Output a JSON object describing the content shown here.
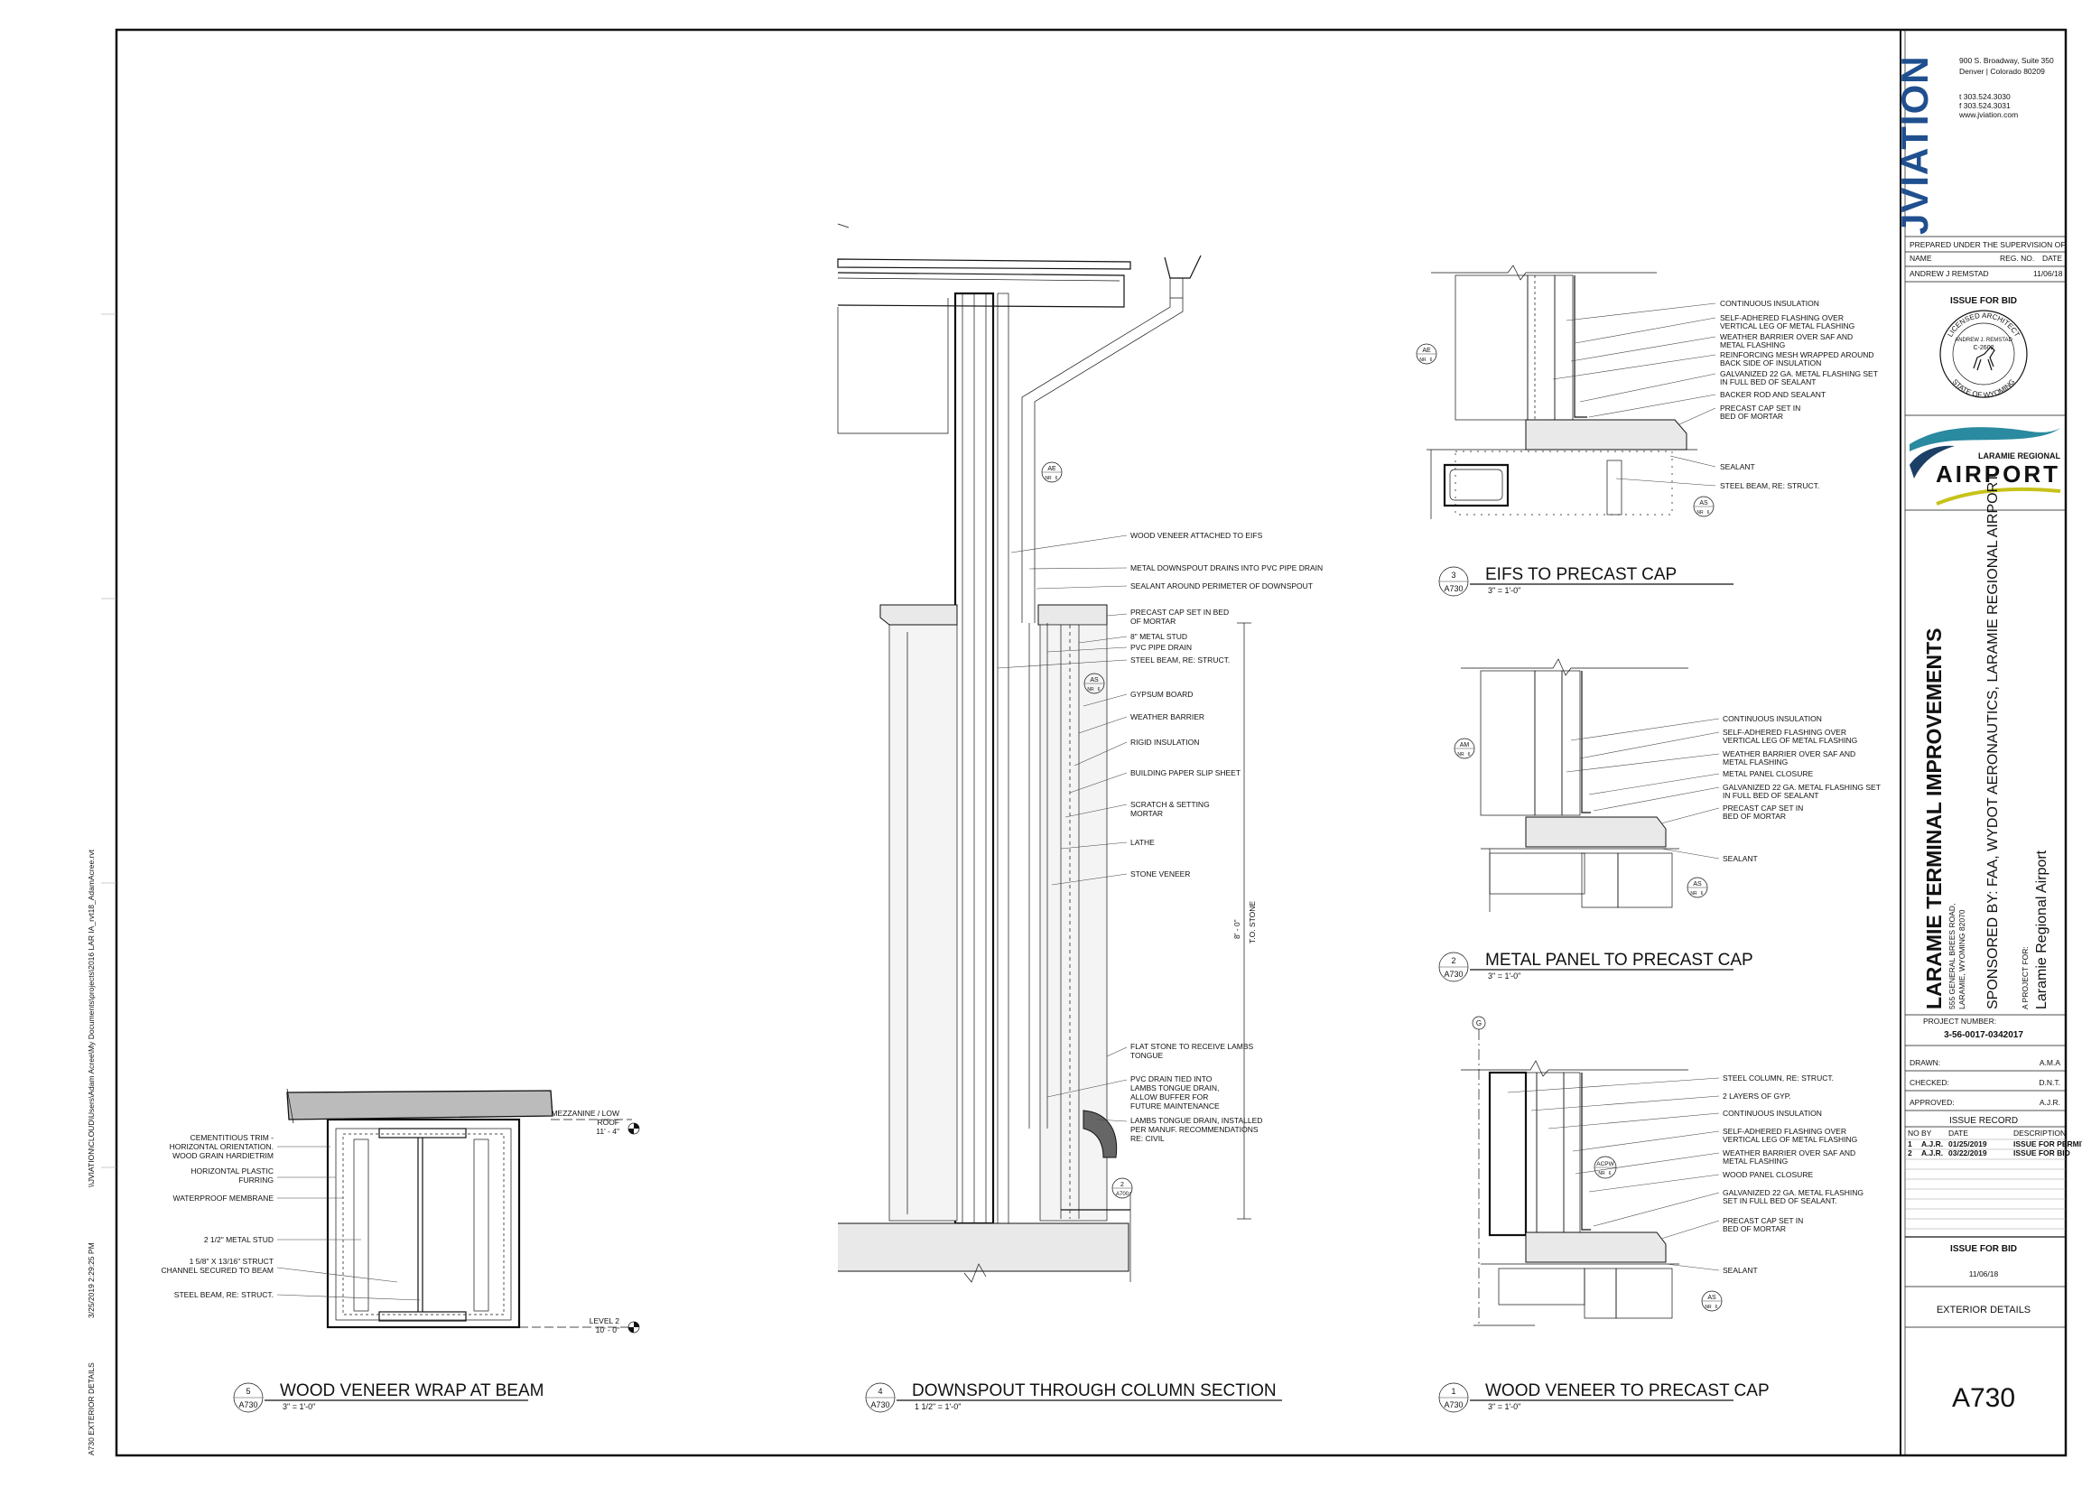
{
  "sheet": {
    "number": "A730",
    "name": "EXTERIOR DETAILS",
    "side_path": "\\\\JVIATION\\CLOUD\\Users\\Adam Acree\\My Documents\\projects\\2016 LAR IA_rvt18_AdamAcree.rvt",
    "side_date": "3/25/2019 2:29:25 PM",
    "side_sheet": "A730 EXTERIOR DETAILS"
  },
  "firm": {
    "name": "JVIATION",
    "address1": "900 S. Broadway, Suite 350",
    "address2": "Denver | Colorado 80209",
    "phone": "t 303.524.3030",
    "fax": "f 303.524.3031",
    "web": "www.jviation.com"
  },
  "prepared": {
    "heading": "PREPARED UNDER THE SUPERVISION OF:",
    "col_name": "NAME",
    "col_reg": "REG. NO.",
    "col_date": "DATE",
    "name": "ANDREW J REMSTAD",
    "date": "11/06/18"
  },
  "issue_for_bid": "ISSUE FOR BID",
  "seal": {
    "top": "LICENSED ARCHITECT",
    "name": "ANDREW J. REMSTAD",
    "number": "C-2602",
    "bottom": "STATE OF WYOMING"
  },
  "client_logo": {
    "line1": "LARAMIE REGIONAL",
    "line2": "AIRPORT"
  },
  "project": {
    "title": "LARAMIE TERMINAL IMPROVEMENTS",
    "address1": "555 GENERAL BREES ROAD,",
    "address2": "LARAMIE, WYOMING 82070",
    "sponsor": "SPONSORED BY: FAA, WYDOT AERONAUTICS, LARAMIE REGIONAL AIRPORT",
    "for_label": "A PROJECT FOR:",
    "for_name": "Laramie Regional Airport",
    "number_label": "PROJECT NUMBER:",
    "number": "3-56-0017-0342017"
  },
  "signoffs": [
    {
      "label": "DRAWN:",
      "value": "A.M.A"
    },
    {
      "label": "CHECKED:",
      "value": "D.N.T."
    },
    {
      "label": "APPROVED:",
      "value": "A.J.R."
    }
  ],
  "issue_record": {
    "title": "ISSUE RECORD",
    "headers": [
      "NO",
      "BY",
      "DATE",
      "DESCRIPTION"
    ],
    "rows": [
      [
        "1",
        "A.J.R.",
        "01/25/2019",
        "ISSUE FOR PERMIT"
      ],
      [
        "2",
        "A.J.R.",
        "03/22/2019",
        "ISSUE FOR BID"
      ]
    ]
  },
  "bottom_issue": {
    "label": "ISSUE FOR BID",
    "date": "11/06/18"
  },
  "details": [
    {
      "number": "5",
      "sheet": "A730",
      "title": "WOOD VENEER WRAP AT BEAM",
      "scale": "3\" = 1'-0\"",
      "notes": [
        "CEMENTITIOUS TRIM -",
        "HORIZONTAL ORIENTATION.",
        "WOOD GRAIN HARDIETRIM",
        "HORIZONTAL PLASTIC",
        "FURRING",
        "WATERPROOF MEMBRANE",
        "2 1/2\" METAL STUD",
        "1 5/8\" X 13/16\" STRUCT",
        "CHANNEL SECURED TO BEAM",
        "STEEL BEAM, RE: STRUCT."
      ],
      "levels": [
        {
          "name": "MEZZANINE / LOW",
          "name2": "ROOF",
          "elev": "11' - 4\""
        },
        {
          "name": "LEVEL 2",
          "name2": "",
          "elev": "10' - 0\""
        }
      ]
    },
    {
      "number": "4",
      "sheet": "A730",
      "title": "DOWNSPOUT THROUGH COLUMN SECTION",
      "scale": "1 1/2\" = 1'-0\"",
      "notes": [
        "WOOD VENEER ATTACHED TO EIFS",
        "METAL DOWNSPOUT DRAINS INTO PVC PIPE DRAIN",
        "SEALANT AROUND PERIMETER OF DOWNSPOUT",
        "PRECAST CAP SET IN BED",
        "OF MORTAR",
        "8\" METAL STUD",
        "PVC PIPE DRAIN",
        "STEEL BEAM, RE: STRUCT.",
        "GYPSUM BOARD",
        "WEATHER BARRIER",
        "RIGID INSULATION",
        "BUILDING PAPER SLIP SHEET",
        "SCRATCH & SETTING",
        "MORTAR",
        "LATHE",
        "STONE VENEER",
        "FLAT STONE TO RECEIVE LAMBS",
        "TONGUE",
        "PVC DRAIN TIED INTO",
        "LAMBS TONGUE DRAIN,",
        "ALLOW BUFFER FOR",
        "FUTURE MAINTENANCE",
        "LAMBS TONGUE DRAIN, INSTALLED",
        "PER MANUF. RECOMMENDATIONS",
        "RE: CIVIL"
      ],
      "dim": "8' - 0\"",
      "dim_label": "T.O. STONE",
      "tags": [
        {
          "code": "AE",
          "sub": "NR",
          "num": "6"
        },
        {
          "code": "AS",
          "sub": "NR",
          "num": "6"
        },
        {
          "code": "2",
          "sub": "A700",
          "num": ""
        }
      ]
    },
    {
      "number": "3",
      "sheet": "A730",
      "title": "EIFS TO PRECAST CAP",
      "scale": "3\" = 1'-0\"",
      "notes": [
        "CONTINUOUS INSULATION",
        "SELF-ADHERED FLASHING OVER",
        "VERTICAL LEG OF METAL FLASHING",
        "WEATHER BARRIER OVER SAF AND",
        "METAL FLASHING",
        "REINFORCING MESH WRAPPED AROUND",
        "BACK SIDE OF INSULATION",
        "GALVANIZED 22 GA. METAL FLASHING SET",
        "IN FULL BED OF SEALANT",
        "BACKER ROD AND SEALANT",
        "PRECAST CAP SET IN",
        "BED OF MORTAR",
        "SEALANT",
        "STEEL BEAM, RE: STRUCT."
      ],
      "tags": [
        {
          "code": "AE",
          "sub": "NR",
          "num": "6"
        },
        {
          "code": "AS",
          "sub": "NR",
          "num": "6"
        }
      ]
    },
    {
      "number": "2",
      "sheet": "A730",
      "title": "METAL PANEL TO PRECAST CAP",
      "scale": "3\" = 1'-0\"",
      "notes": [
        "CONTINUOUS INSULATION",
        "SELF-ADHERED FLASHING OVER",
        "VERTICAL LEG OF METAL FLASHING",
        "WEATHER BARRIER OVER SAF AND",
        "METAL FLASHING",
        "METAL PANEL CLOSURE",
        "GALVANIZED 22 GA. METAL FLASHING SET",
        "IN FULL BED OF SEALANT",
        "PRECAST CAP SET IN",
        "BED OF MORTAR",
        "SEALANT"
      ],
      "tags": [
        {
          "code": "AM",
          "sub": "NR",
          "num": "6"
        },
        {
          "code": "AS",
          "sub": "NR",
          "num": "6"
        }
      ]
    },
    {
      "number": "1",
      "sheet": "A730",
      "title": "WOOD VENEER TO PRECAST CAP",
      "scale": "3\" = 1'-0\"",
      "grid": "G",
      "notes": [
        "STEEL COLUMN, RE: STRUCT.",
        "2 LAYERS OF GYP.",
        "CONTINUOUS INSULATION",
        "SELF-ADHERED FLASHING OVER",
        "VERTICAL LEG OF METAL FLASHING",
        "WEATHER BARRIER OVER SAF AND",
        "METAL FLASHING",
        "WOOD PANEL CLOSURE",
        "GALVANIZED 22 GA. METAL FLASHING",
        "SET IN FULL BED OF SEALANT.",
        "PRECAST CAP SET IN",
        "BED OF MORTAR",
        "SEALANT"
      ],
      "tags": [
        {
          "code": "ACPW",
          "sub": "NR",
          "num": "6"
        },
        {
          "code": "AS",
          "sub": "NR",
          "num": "6"
        }
      ]
    }
  ]
}
